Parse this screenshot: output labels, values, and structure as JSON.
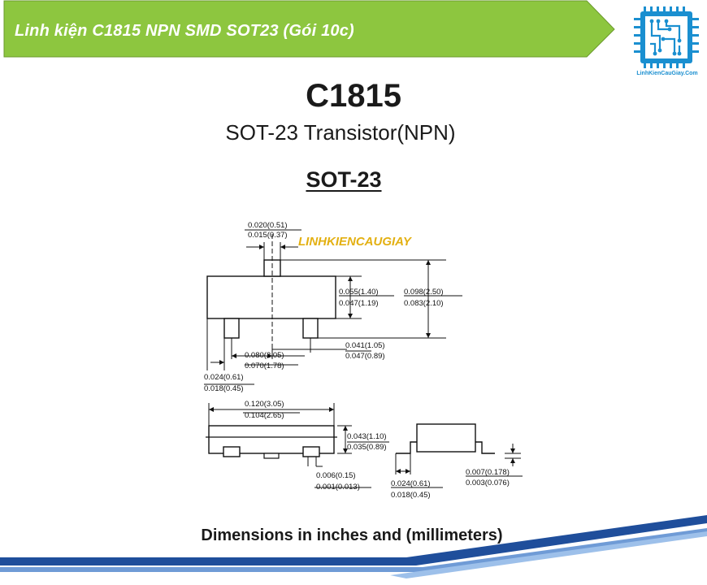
{
  "header": {
    "title": "Linh kiện C1815 NPN SMD SOT23 (Gói 10c)",
    "banner_color": "#8dc63f",
    "logo_text": "LinhKienCauGiay.Com",
    "logo_icon": "circuit-board-icon"
  },
  "product": {
    "part_number": "C1815",
    "subtitle": "SOT-23 Transistor(NPN)",
    "package": "SOT-23"
  },
  "drawing": {
    "watermark": "LINHKIENCAUGIAY",
    "top_view": {
      "pin_width_max": "0.020(0.51)",
      "pin_width_min": "0.015(0.37)",
      "body_width_max": "0.055(1.40)",
      "body_width_min": "0.047(1.19)",
      "total_width_max": "0.098(2.50)",
      "total_width_min": "0.083(2.10)",
      "pin_pitch_max": "0.080(2.05)",
      "pin_pitch_min": "0.070(1.78)",
      "pin_offset_max": "0.041(1.05)",
      "pin_offset_min": "0.047(0.89)",
      "pin_space_max": "0.024(0.61)",
      "pin_space_min": "0.018(0.45)"
    },
    "side_view": {
      "length_max": "0.120(3.05)",
      "length_min": "0.104(2.65)",
      "height_max": "0.043(1.10)",
      "height_min": "0.035(0.89)",
      "standoff_max": "0.006(0.15)",
      "standoff_min": "0.001(0.013)",
      "lead_len_max": "0.024(0.61)",
      "lead_len_min": "0.018(0.45)",
      "lead_thk_max": "0.007(0.178)",
      "lead_thk_min": "0.003(0.076)"
    }
  },
  "footer": {
    "note": "Dimensions in inches and (millimeters)"
  },
  "colors": {
    "accent_blue": "#1f4e9b",
    "accent_green": "#8dc63f"
  }
}
